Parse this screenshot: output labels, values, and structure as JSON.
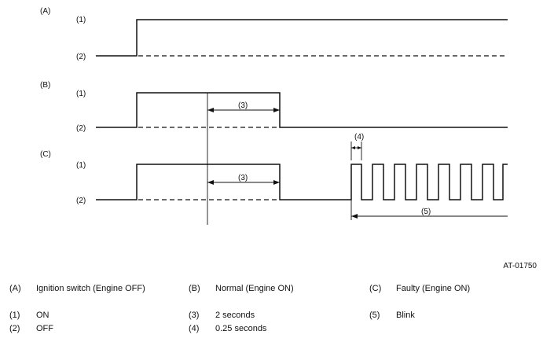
{
  "panels": [
    {
      "id": "(A)",
      "on": "(1)",
      "off": "(2)"
    },
    {
      "id": "(B)",
      "on": "(1)",
      "off": "(2)"
    },
    {
      "id": "(C)",
      "on": "(1)",
      "off": "(2)"
    }
  ],
  "callouts": {
    "b_duration": "(3)",
    "c_duration": "(3)",
    "c_blink_period": "(4)",
    "c_blink_span": "(5)"
  },
  "figure_id": "AT-01750",
  "legend": {
    "a": {
      "key": "(A)",
      "text": "Ignition switch (Engine OFF)"
    },
    "b": {
      "key": "(B)",
      "text": "Normal (Engine ON)"
    },
    "c": {
      "key": "(C)",
      "text": "Faulty (Engine ON)"
    },
    "n1": {
      "key": "(1)",
      "text": "ON"
    },
    "n2": {
      "key": "(2)",
      "text": "OFF"
    },
    "n3": {
      "key": "(3)",
      "text": "2 seconds"
    },
    "n4": {
      "key": "(4)",
      "text": "0.25 seconds"
    },
    "n5": {
      "key": "(5)",
      "text": "Blink"
    }
  }
}
